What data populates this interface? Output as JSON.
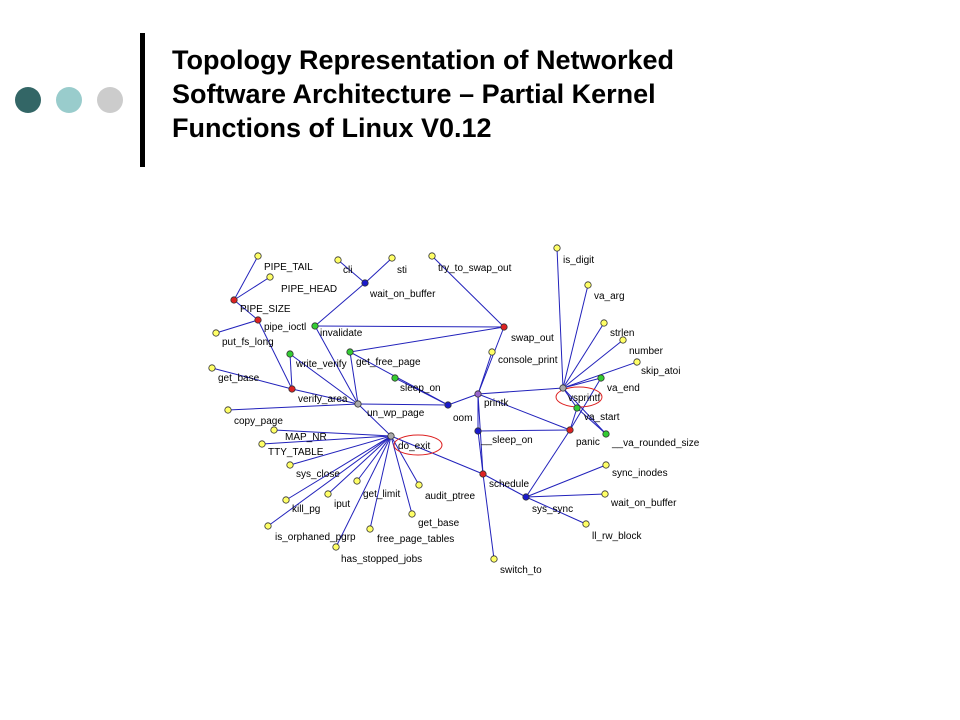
{
  "slide": {
    "title_lines": [
      "Topology Representation of Networked",
      "Software Architecture – Partial Kernel",
      "Functions of Linux V0.12"
    ]
  },
  "colors": {
    "dot_dark": "#336666",
    "dot_mid": "#99cccc",
    "dot_light": "#cccccc",
    "edge": "#2222bb",
    "highlight": "#dd2222",
    "node_yellow": "#ffff66",
    "node_red": "#dd2222",
    "node_green": "#33cc33",
    "node_blue": "#1a1acc",
    "node_purple": "#9966cc",
    "node_grey": "#aaaaaa"
  },
  "network": {
    "nodes": [
      {
        "id": "pipe_tail",
        "label": "PIPE_TAIL",
        "color": "yellow"
      },
      {
        "id": "cli",
        "label": "cli",
        "color": "yellow"
      },
      {
        "id": "sti",
        "label": "sti",
        "color": "yellow"
      },
      {
        "id": "try_to_swap_out",
        "label": "try_to_swap_out",
        "color": "yellow"
      },
      {
        "id": "is_digit",
        "label": "is_digit",
        "color": "yellow"
      },
      {
        "id": "pipe_head",
        "label": "PIPE_HEAD",
        "color": "yellow"
      },
      {
        "id": "wait_on_buffer",
        "label": "wait_on_buffer",
        "color": "blue"
      },
      {
        "id": "va_arg",
        "label": "va_arg",
        "color": "yellow"
      },
      {
        "id": "pipe_size",
        "label": "PIPE_SIZE",
        "color": "red"
      },
      {
        "id": "pipe_ioctl",
        "label": "pipe_ioctl",
        "color": "red"
      },
      {
        "id": "invalidate",
        "label": "invalidate",
        "color": "green"
      },
      {
        "id": "put_fs_long",
        "label": "put_fs_long",
        "color": "yellow"
      },
      {
        "id": "strlen",
        "label": "strlen",
        "color": "yellow"
      },
      {
        "id": "swap_out",
        "label": "swap_out",
        "color": "red"
      },
      {
        "id": "number",
        "label": "number",
        "color": "yellow"
      },
      {
        "id": "write_verify",
        "label": "write_verify",
        "color": "green"
      },
      {
        "id": "get_free_page",
        "label": "get_free_page",
        "color": "green"
      },
      {
        "id": "console_print",
        "label": "console_print",
        "color": "yellow"
      },
      {
        "id": "skip_atoi",
        "label": "skip_atoi",
        "color": "yellow"
      },
      {
        "id": "get_base_left",
        "label": "get_base",
        "color": "yellow"
      },
      {
        "id": "sleep_on",
        "label": "sleep_on",
        "color": "green"
      },
      {
        "id": "va_end",
        "label": "va_end",
        "color": "green"
      },
      {
        "id": "verify_area",
        "label": "verify_area",
        "color": "red"
      },
      {
        "id": "printk",
        "label": "printk",
        "color": "purple"
      },
      {
        "id": "vsprintf",
        "label": "vsprintf",
        "color": "grey"
      },
      {
        "id": "un_wp_page",
        "label": "un_wp_page",
        "color": "grey"
      },
      {
        "id": "oom",
        "label": "oom",
        "color": "blue"
      },
      {
        "id": "va_start",
        "label": "va_start",
        "color": "green"
      },
      {
        "id": "copy_page",
        "label": "copy_page",
        "color": "yellow"
      },
      {
        "id": "map_nr",
        "label": "MAP_NR",
        "color": "yellow"
      },
      {
        "id": "sleep_on2",
        "label": "__sleep_on",
        "color": "blue"
      },
      {
        "id": "panic",
        "label": "panic",
        "color": "red"
      },
      {
        "id": "va_rounded_size",
        "label": "__va_rounded_size",
        "color": "green"
      },
      {
        "id": "do_exit",
        "label": "do_exit",
        "color": "grey"
      },
      {
        "id": "tty_table",
        "label": "TTY_TABLE",
        "color": "yellow"
      },
      {
        "id": "sys_close",
        "label": "sys_close",
        "color": "yellow"
      },
      {
        "id": "sync_inodes",
        "label": "sync_inodes",
        "color": "yellow"
      },
      {
        "id": "schedule",
        "label": "schedule",
        "color": "red"
      },
      {
        "id": "get_limit",
        "label": "get_limit",
        "color": "yellow"
      },
      {
        "id": "audit_ptree",
        "label": "audit_ptree",
        "color": "yellow"
      },
      {
        "id": "wait_on_buffer2",
        "label": "wait_on_buffer",
        "color": "yellow"
      },
      {
        "id": "iput",
        "label": "iput",
        "color": "yellow"
      },
      {
        "id": "kill_pg",
        "label": "kill_pg",
        "color": "yellow"
      },
      {
        "id": "sys_sync",
        "label": "sys_sync",
        "color": "blue"
      },
      {
        "id": "get_base_bottom",
        "label": "get_base",
        "color": "yellow"
      },
      {
        "id": "ll_rw_block",
        "label": "ll_rw_block",
        "color": "yellow"
      },
      {
        "id": "is_orphaned_pgrp",
        "label": "is_orphaned_pgrp",
        "color": "yellow"
      },
      {
        "id": "free_page_tables",
        "label": "free_page_tables",
        "color": "yellow"
      },
      {
        "id": "has_stopped_jobs",
        "label": "has_stopped_jobs",
        "color": "yellow"
      },
      {
        "id": "switch_to",
        "label": "switch_to",
        "color": "yellow"
      }
    ],
    "edges": [
      [
        "pipe_tail",
        "pipe_size"
      ],
      [
        "pipe_head",
        "pipe_size"
      ],
      [
        "pipe_size",
        "pipe_ioctl"
      ],
      [
        "pipe_ioctl",
        "put_fs_long"
      ],
      [
        "pipe_ioctl",
        "verify_area"
      ],
      [
        "cli",
        "wait_on_buffer"
      ],
      [
        "sti",
        "wait_on_buffer"
      ],
      [
        "wait_on_buffer",
        "invalidate"
      ],
      [
        "invalidate",
        "un_wp_page"
      ],
      [
        "invalidate",
        "swap_out"
      ],
      [
        "try_to_swap_out",
        "swap_out"
      ],
      [
        "swap_out",
        "get_free_page"
      ],
      [
        "swap_out",
        "printk"
      ],
      [
        "write_verify",
        "verify_area"
      ],
      [
        "write_verify",
        "un_wp_page"
      ],
      [
        "get_free_page",
        "un_wp_page"
      ],
      [
        "get_free_page",
        "oom"
      ],
      [
        "get_base_left",
        "verify_area"
      ],
      [
        "verify_area",
        "un_wp_page"
      ],
      [
        "copy_page",
        "un_wp_page"
      ],
      [
        "un_wp_page",
        "oom"
      ],
      [
        "un_wp_page",
        "do_exit"
      ],
      [
        "sleep_on",
        "oom"
      ],
      [
        "console_print",
        "printk"
      ],
      [
        "oom",
        "printk"
      ],
      [
        "printk",
        "vsprintf"
      ],
      [
        "printk",
        "panic"
      ],
      [
        "is_digit",
        "vsprintf"
      ],
      [
        "va_arg",
        "vsprintf"
      ],
      [
        "strlen",
        "vsprintf"
      ],
      [
        "number",
        "vsprintf"
      ],
      [
        "skip_atoi",
        "vsprintf"
      ],
      [
        "va_end",
        "vsprintf"
      ],
      [
        "va_start",
        "vsprintf"
      ],
      [
        "va_rounded_size",
        "vsprintf"
      ],
      [
        "va_end",
        "panic"
      ],
      [
        "va_start",
        "panic"
      ],
      [
        "va_rounded_size",
        "va_start"
      ],
      [
        "sleep_on2",
        "panic"
      ],
      [
        "sleep_on2",
        "printk"
      ],
      [
        "sleep_on2",
        "schedule"
      ],
      [
        "panic",
        "sys_sync"
      ],
      [
        "sys_sync",
        "sync_inodes"
      ],
      [
        "sys_sync",
        "wait_on_buffer2"
      ],
      [
        "sys_sync",
        "ll_rw_block"
      ],
      [
        "sys_sync",
        "schedule"
      ],
      [
        "do_exit",
        "schedule"
      ],
      [
        "schedule",
        "switch_to"
      ],
      [
        "schedule",
        "printk"
      ],
      [
        "map_nr",
        "do_exit"
      ],
      [
        "tty_table",
        "do_exit"
      ],
      [
        "sys_close",
        "do_exit"
      ],
      [
        "get_limit",
        "do_exit"
      ],
      [
        "audit_ptree",
        "do_exit"
      ],
      [
        "iput",
        "do_exit"
      ],
      [
        "kill_pg",
        "do_exit"
      ],
      [
        "get_base_bottom",
        "do_exit"
      ],
      [
        "is_orphaned_pgrp",
        "do_exit"
      ],
      [
        "free_page_tables",
        "do_exit"
      ],
      [
        "has_stopped_jobs",
        "do_exit"
      ]
    ],
    "highlighted": [
      "do_exit",
      "vsprintf"
    ]
  }
}
